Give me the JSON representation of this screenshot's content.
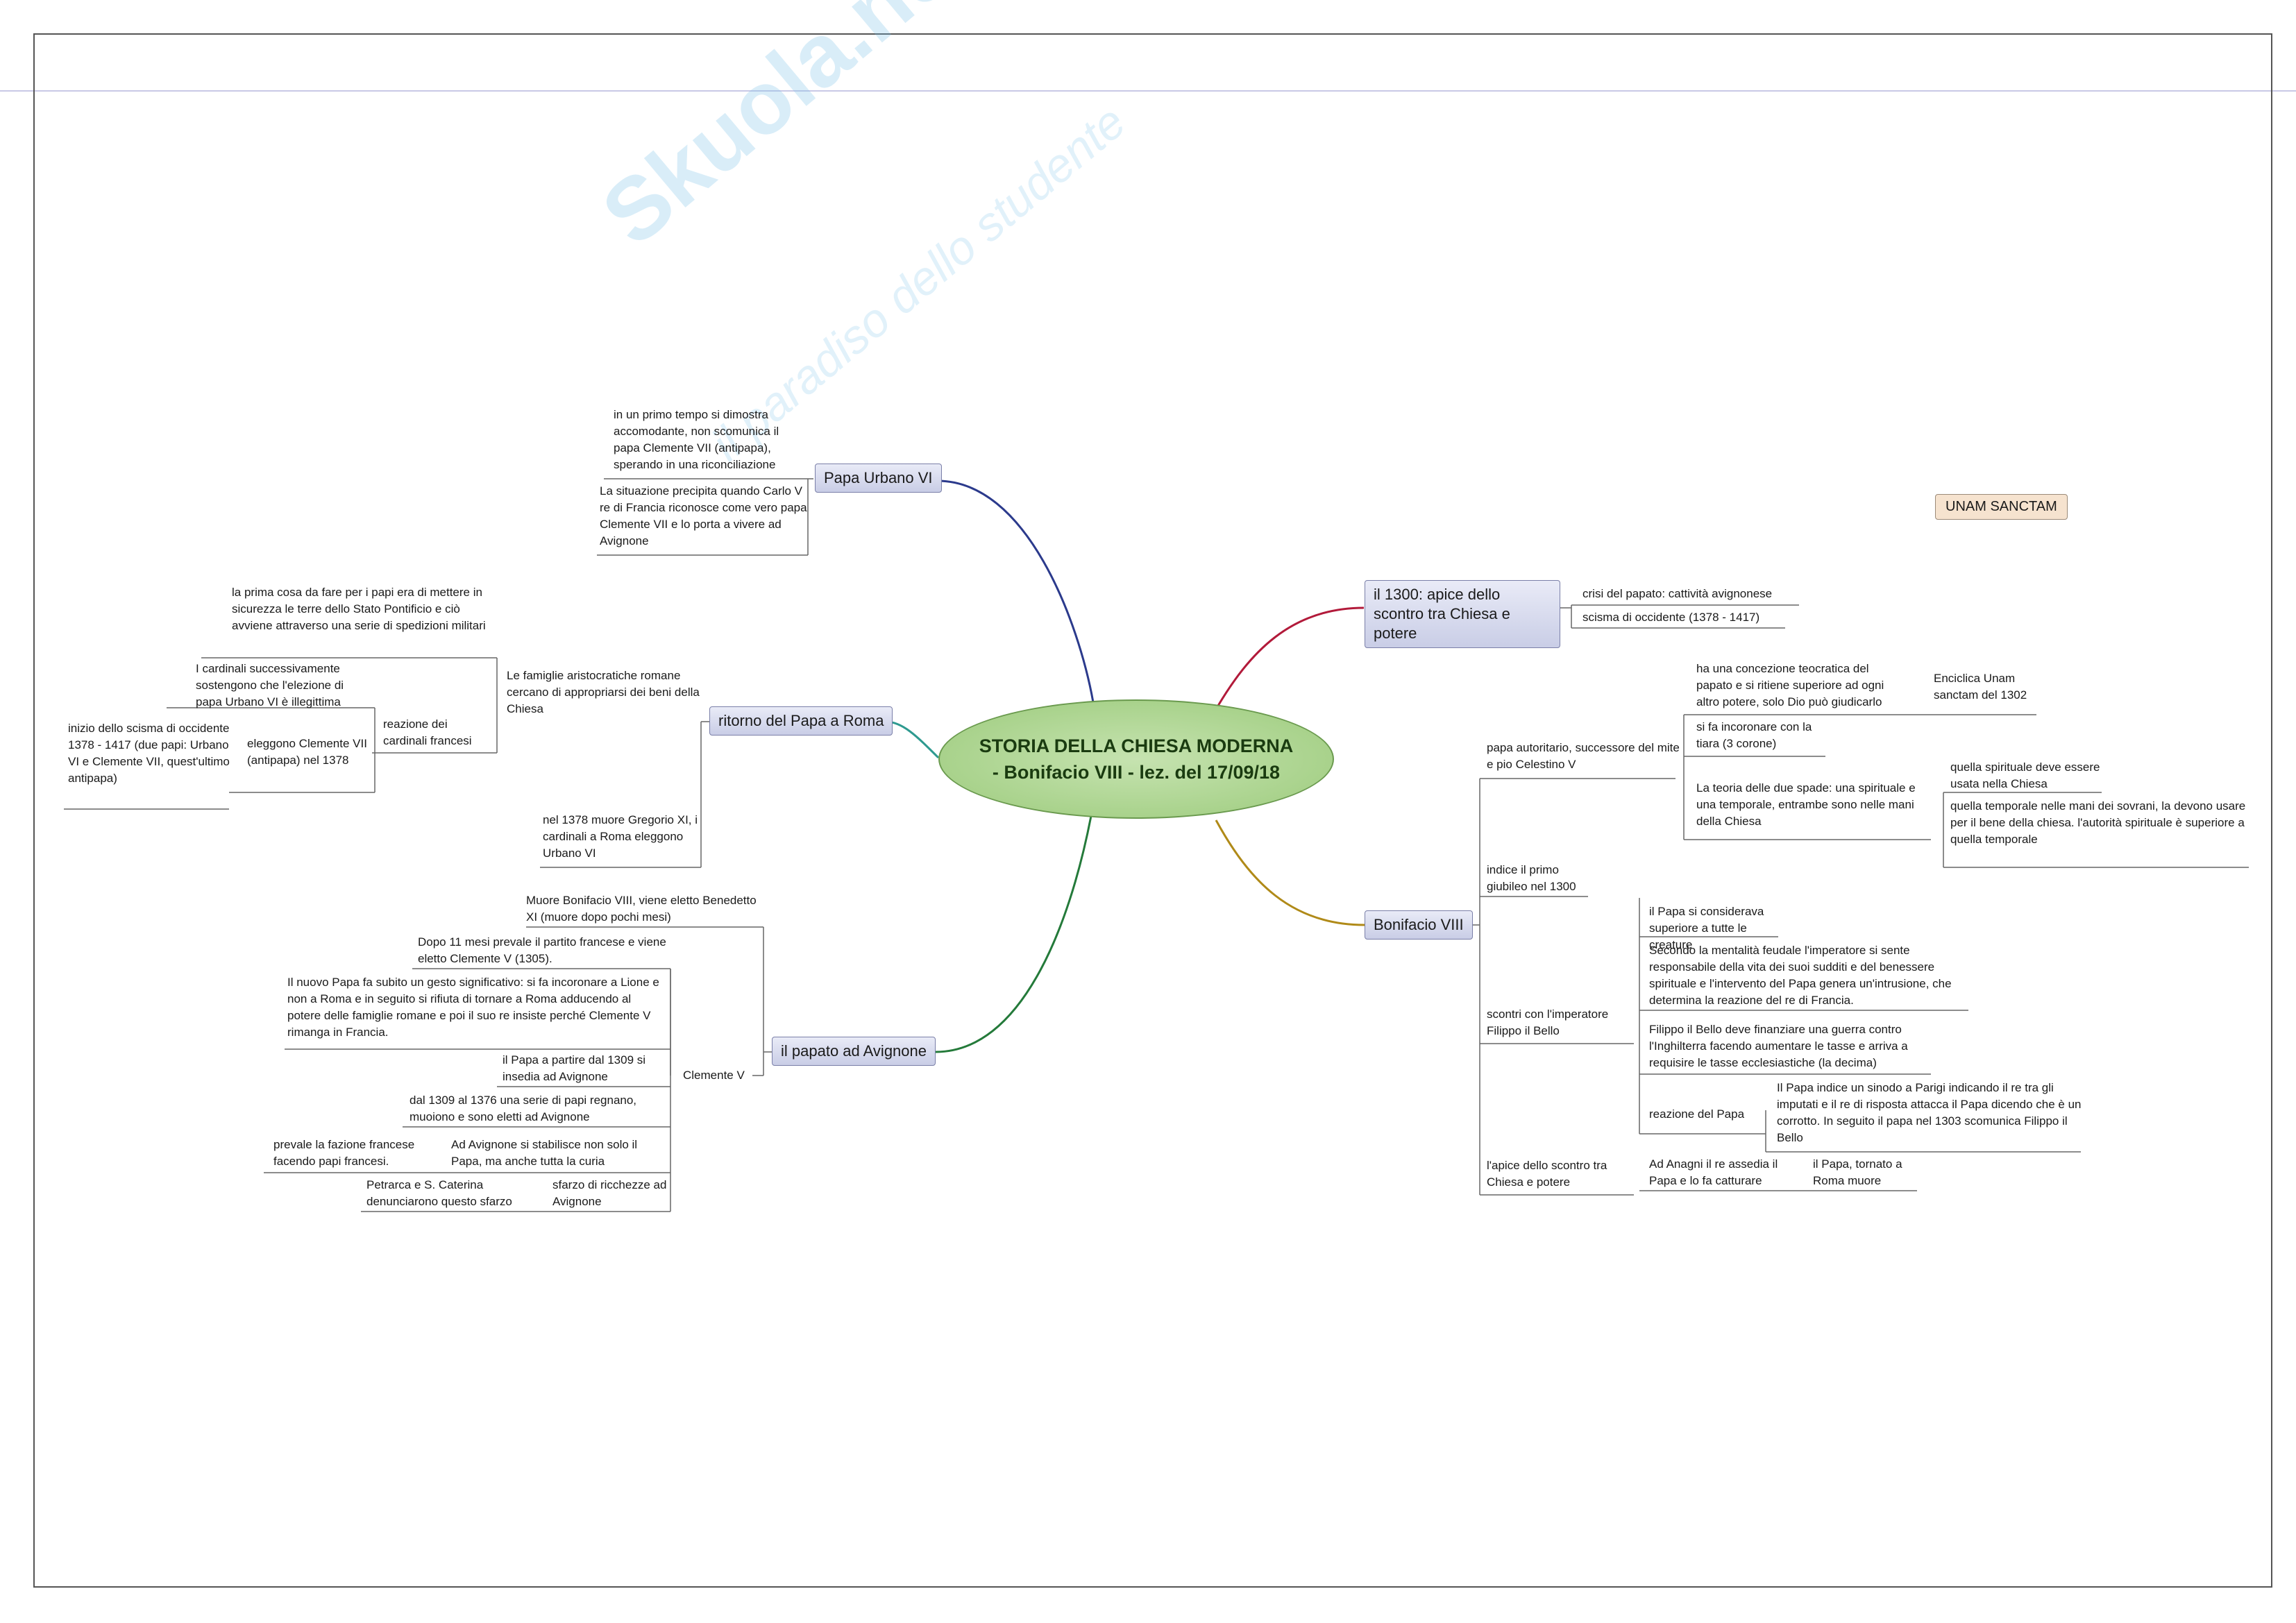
{
  "watermark": {
    "brand": "Skuola.net",
    "tagline": "il paradiso dello studente"
  },
  "central": {
    "line1": "STORIA DELLA CHIESA MODERNA",
    "line2": "- Bonifacio VIII -  lez. del 17/09/18"
  },
  "tag": "UNAM SANCTAM",
  "urbano": {
    "title": "Papa Urbano VI",
    "leaf1": "in un primo tempo si dimostra accomodante, non scomunica il papa Clemente VII (antipapa), sperando in una riconciliazione",
    "leaf2": "La situazione precipita quando Carlo V re di Francia riconosce come vero papa Clemente VII e lo porta a vivere ad Avignone"
  },
  "ritorno": {
    "title": "ritorno del Papa a Roma",
    "famiglie": "Le famiglie aristocratiche romane cercano di appropriarsi dei beni della Chiesa",
    "prima_cosa": "la prima cosa da fare per i papi era di mettere in sicurezza le terre dello Stato Pontificio e ciò avviene attraverso una serie di spedizioni militari",
    "cardinali": "I cardinali successivamente sostengono che l'elezione di papa Urbano VI è illegittima",
    "reazione": "reazione dei cardinali francesi",
    "eleggono": "eleggono Clemente VII (antipapa) nel 1378",
    "scisma": "inizio dello scisma di occidente 1378 - 1417 (due papi: Urbano VI e Clemente VII, quest'ultimo antipapa)",
    "gregorio": "nel 1378 muore Gregorio XI, i cardinali a Roma eleggono Urbano VI"
  },
  "avignone": {
    "title": "il papato ad Avignone",
    "clemente": "Clemente V",
    "muore": "Muore Bonifacio VIII, viene eletto Benedetto XI (muore dopo pochi mesi)",
    "dopo": "Dopo 11 mesi prevale il partito francese e viene eletto Clemente V (1305).",
    "nuovo": "Il nuovo Papa fa subito un gesto significativo: si fa incoronare a Lione e non a Roma e in seguito si rifiuta di tornare a Roma adducendo al potere delle famiglie romane e poi il suo re insiste perché Clemente V rimanga in Francia.",
    "insedia": "il Papa a partire dal 1309 si insedia ad Avignone",
    "serie": "dal 1309 al 1376 una serie di papi regnano, muoiono e sono eletti ad Avignone",
    "stabilisce": "Ad Avignone si stabilisce non solo il Papa, ma anche tutta la curia",
    "fazione": "prevale la fazione francese facendo papi francesi.",
    "sfarzo": "sfarzo di ricchezze ad Avignone",
    "petrarca": "Petrarca e S. Caterina denunciarono questo sfarzo"
  },
  "s1300": {
    "title": "il 1300: apice dello scontro tra Chiesa e potere",
    "crisi": "crisi del papato: cattività avignonese",
    "scisma": "scisma di occidente (1378 - 1417)"
  },
  "bonifacio": {
    "title": "Bonifacio VIII",
    "autoritario": "papa autoritario, successore del mite e pio Celestino V",
    "teocratica": "ha una concezione teocratica del papato e si ritiene superiore ad ogni altro potere, solo Dio può giudicarlo",
    "enciclica": "Enciclica Unam sanctam del 1302",
    "tiara": "si fa incoronare con la tiara (3 corone)",
    "spade": "La teoria delle due spade: una spirituale e una temporale, entrambe sono nelle mani della Chiesa",
    "spirituale": "quella spirituale deve essere usata nella Chiesa",
    "temporale": "quella temporale nelle mani dei sovrani, la devono usare per il bene della chiesa. l'autorità spirituale è superiore a quella temporale",
    "giubileo": "indice il primo giubileo nel 1300",
    "scontri": "scontri con l'imperatore Filippo il Bello",
    "superiore": "il Papa si considerava superiore a tutte le creature",
    "mentalita": "Secondo la mentalità feudale l'imperatore si sente responsabile della vita dei suoi sudditi e del benessere spirituale e l'intervento del Papa genera un'intrusione, che determina la reazione del re di Francia.",
    "filippo": "Filippo il Bello deve finanziare una guerra contro l'Inghilterra facendo aumentare le tasse e arriva a requisire le tasse ecclesiastiche (la decima)",
    "reazione": "reazione del Papa",
    "sinodo": "Il Papa indice un sinodo a Parigi indicando il re tra gli imputati e il re di risposta attacca il Papa dicendo che è un corrotto. In seguito il papa nel 1303 scomunica Filippo il Bello",
    "apice": "l'apice dello scontro tra Chiesa e potere",
    "anagni": "Ad Anagni il re assedia il Papa e lo fa catturare",
    "muore": "il Papa, tornato a Roma muore"
  }
}
